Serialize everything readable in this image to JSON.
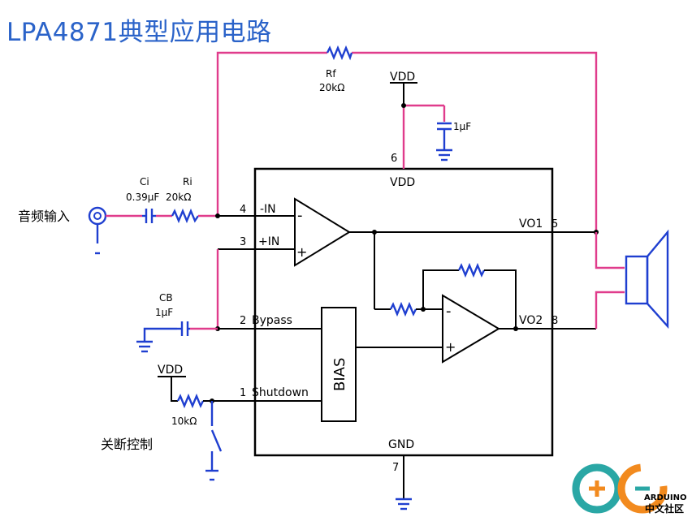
{
  "title": "LPA4871典型应用电路",
  "labels": {
    "vdd_top": "VDD",
    "rf_name": "Rf",
    "rf_value": "20kΩ",
    "cap_top": "1μF",
    "pin6": "6",
    "vdd_chip": "VDD",
    "ci_name": "Ci",
    "ci_value": "0.39μF",
    "ri_name": "Ri",
    "ri_value": "20kΩ",
    "audio_in": "音频输入",
    "pin4": "4",
    "pin4_name": "-IN",
    "pin3": "3",
    "pin3_name": "+IN",
    "minus1": "-",
    "plus1": "+",
    "vo1": "VO1",
    "pin5": "5",
    "minus2": "-",
    "plus2": "+",
    "vo2": "VO2",
    "pin8": "8",
    "cb_name": "CB",
    "cb_value": "1μF",
    "pin2": "2",
    "pin2_name": "Bypass",
    "bias": "BIAS",
    "vdd_sd": "VDD",
    "pin1": "1",
    "pin1_name": "Shutdown",
    "r_sd_value": "10kΩ",
    "sd_control": "关断控制",
    "gnd_chip": "GND",
    "pin7": "7"
  },
  "logo": {
    "text": "ARDUINO",
    "subtext": "中文社区",
    "colors": {
      "teal": "#2aa7a5",
      "orange": "#f28a1e",
      "blue": "#1f8fd6"
    }
  },
  "colors": {
    "wire": "#000000",
    "feedback_wire": "#e03c8c",
    "component": "#1f3fd0",
    "title": "#2b63c9"
  }
}
